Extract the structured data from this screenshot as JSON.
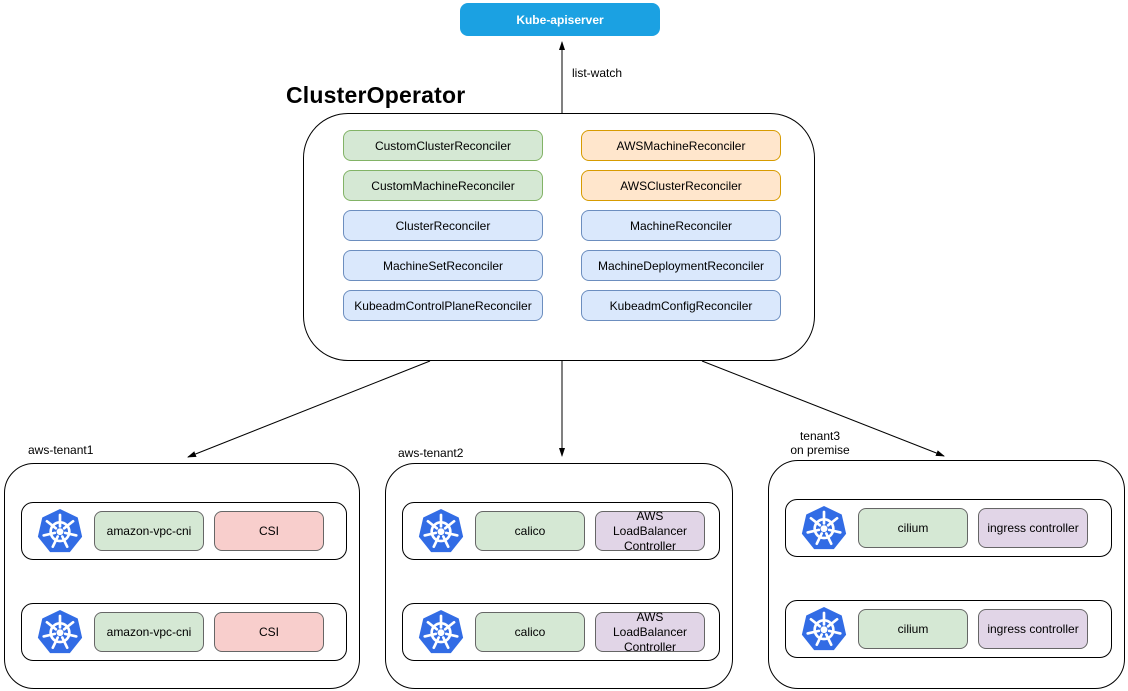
{
  "palette": {
    "green": {
      "fill": "#d5e8d4",
      "stroke": "#82b366"
    },
    "orange": {
      "fill": "#ffe6cc",
      "stroke": "#d79b00"
    },
    "blue": {
      "fill": "#dae8fc",
      "stroke": "#6c8ebf"
    },
    "red": {
      "fill": "#f8cecc",
      "stroke": "#b85450"
    },
    "purple": {
      "fill": "#e1d5e7",
      "stroke": "#9673a6"
    },
    "apiserver_blue": "#1ba1e2",
    "kubernetes_blue": "#326ce5"
  },
  "icons": {
    "kubernetes": "kubernetes-helm-wheel-icon"
  },
  "apiserver": {
    "label": "Kube-apiserver"
  },
  "edges": {
    "apiserver_link_label": "list-watch"
  },
  "operator": {
    "title": "ClusterOperator",
    "left_column": [
      {
        "label": "CustomClusterReconciler",
        "color": "green"
      },
      {
        "label": "CustomMachineReconciler",
        "color": "green"
      },
      {
        "label": "ClusterReconciler",
        "color": "blue"
      },
      {
        "label": "MachineSetReconciler",
        "color": "blue"
      },
      {
        "label": "KubeadmControlPlaneReconciler",
        "color": "blue"
      }
    ],
    "right_column": [
      {
        "label": "AWSMachineReconciler",
        "color": "orange"
      },
      {
        "label": "AWSClusterReconciler",
        "color": "orange"
      },
      {
        "label": "MachineReconciler",
        "color": "blue"
      },
      {
        "label": "MachineDeploymentReconciler",
        "color": "blue"
      },
      {
        "label": "KubeadmConfigReconciler",
        "color": "blue"
      }
    ]
  },
  "tenants": [
    {
      "label": "aws-tenant1",
      "clusters": [
        {
          "addons": [
            {
              "label": "amazon-vpc-cni",
              "color": "green"
            },
            {
              "label": "CSI",
              "color": "red"
            }
          ]
        },
        {
          "addons": [
            {
              "label": "amazon-vpc-cni",
              "color": "green"
            },
            {
              "label": "CSI",
              "color": "red"
            }
          ]
        }
      ]
    },
    {
      "label": "aws-tenant2",
      "clusters": [
        {
          "addons": [
            {
              "label": "calico",
              "color": "green"
            },
            {
              "label": "AWS LoadBalancer Controller",
              "color": "purple"
            }
          ]
        },
        {
          "addons": [
            {
              "label": "calico",
              "color": "green"
            },
            {
              "label": "AWS LoadBalancer Controller",
              "color": "purple"
            }
          ]
        }
      ]
    },
    {
      "label": "tenant3\non premise",
      "clusters": [
        {
          "addons": [
            {
              "label": "cilium",
              "color": "green"
            },
            {
              "label": "ingress controller",
              "color": "purple"
            }
          ]
        },
        {
          "addons": [
            {
              "label": "cilium",
              "color": "green"
            },
            {
              "label": "ingress controller",
              "color": "purple"
            }
          ]
        }
      ]
    }
  ]
}
